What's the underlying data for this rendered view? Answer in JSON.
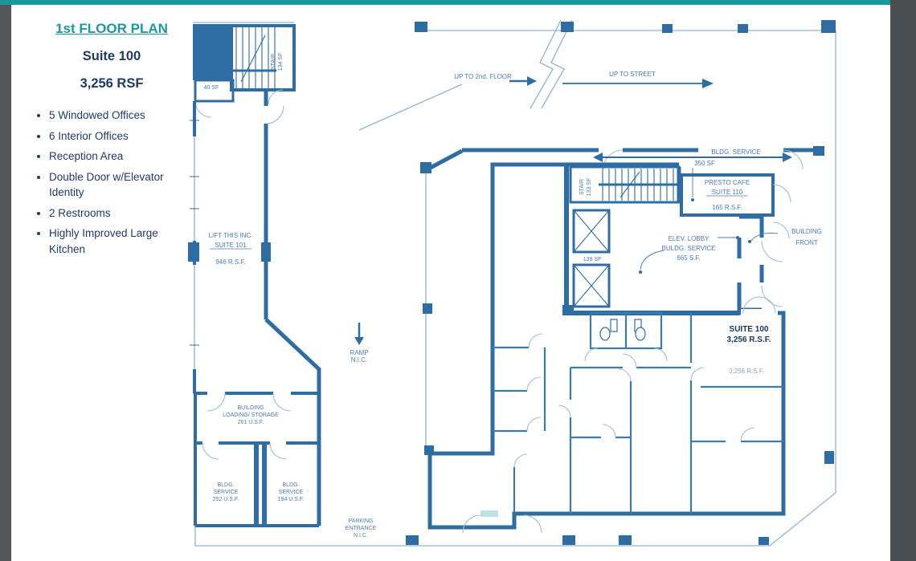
{
  "frame": {
    "top_strip_color": "#18989b",
    "left_bar_color": "#53575a",
    "right_bar_color": "#4a4e51"
  },
  "sidebar": {
    "title": "1st FLOOR PLAN",
    "suite": "Suite 100",
    "rsf": "3,256 RSF",
    "bullets": [
      "5 Windowed Offices",
      "6 Interior Offices",
      "Reception Area",
      "Double Door w/Elevator Identity",
      "2 Restrooms",
      "Highly Improved Large Kitchen"
    ]
  },
  "plan": {
    "labels": {
      "sf40": "40 SF",
      "stair_nw_1": "STAIR",
      "stair_nw_2": "134 SF",
      "up_2nd_floor": "UP TO 2nd. FLOOR",
      "up_to_street": "UP TO STREET",
      "bldg_service_1": "BLDG. SERVICE",
      "bldg_service_2": "350 SF",
      "presto_1": "PRESTO CAFE",
      "presto_2": "SUITE 110",
      "presto_3": "165 R.S.F.",
      "stair_core_1": "STAIR",
      "stair_core_2": "133 SF",
      "sf139": "139 SF",
      "elev_lobby_1": "ELEV. LOBBY",
      "elev_lobby_2": "BULDG. SERVICE",
      "elev_lobby_3": "665 S.F.",
      "building_front_1": "BUILDING",
      "building_front_2": "FRONT",
      "lift_1": "LIFT THIS INC.",
      "lift_2": "SUITE 101",
      "lift_3": "946 R.S.F.",
      "suite100_1": "SUITE 100",
      "suite100_2": "3,256 R.S.F.",
      "suite100_faint": "3,256 R.S.F.",
      "ramp_1": "RAMP",
      "ramp_2": "N.I.C.",
      "loading_1": "BUILDING",
      "loading_2": "LOADING/ STORAGE",
      "loading_3": "261 U.S.F.",
      "svc252_1": "BLDG.",
      "svc252_2": "SERVICE",
      "svc252_3": "252 U.S.F.",
      "svc194_1": "BLDG.",
      "svc194_2": "SERVICE",
      "svc194_3": "194 U.S.F.",
      "parking_1": "PARKING",
      "parking_2": "ENTRANCE",
      "parking_3": "N.I.C."
    },
    "colors": {
      "wall": "#2e6da4",
      "wall_light": "#8fb3d1",
      "suite_fill": "#bedfe3",
      "suite_line": "#3a7ca8",
      "label": "#4c7ab3",
      "label_bold": "#17365d",
      "label_faint": "#79abc8"
    }
  }
}
